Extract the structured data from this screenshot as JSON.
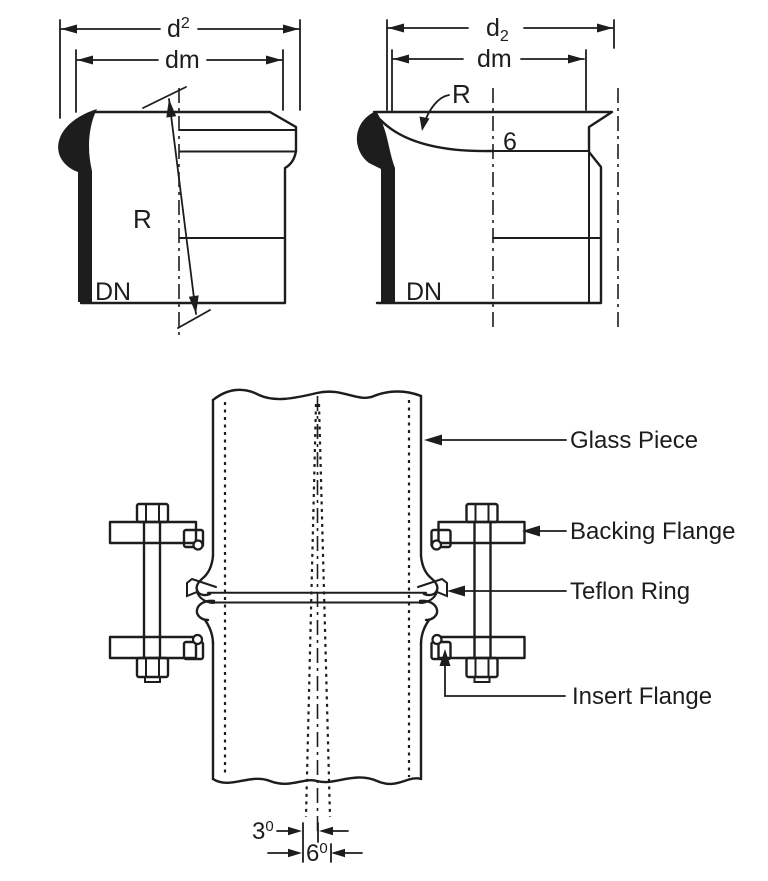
{
  "colors": {
    "ink": "#1d1d1d",
    "bg": "#ffffff"
  },
  "fig_left": {
    "d_base": "d",
    "d_script": "2",
    "dm": "dm",
    "radius": "R",
    "bore": "DN"
  },
  "fig_right": {
    "d_base": "d",
    "d_script": "2",
    "dm": "dm",
    "radius": "R",
    "seat_depth": "6",
    "bore": "DN"
  },
  "assembly": {
    "glass_piece": "Glass Piece",
    "backing_flange": "Backing Flange",
    "teflon_ring": "Teflon Ring",
    "insert_flange": "Insert Flange",
    "angle_half_base": "3",
    "angle_half_script": "0",
    "angle_full_base": "6",
    "angle_full_script": "0"
  }
}
